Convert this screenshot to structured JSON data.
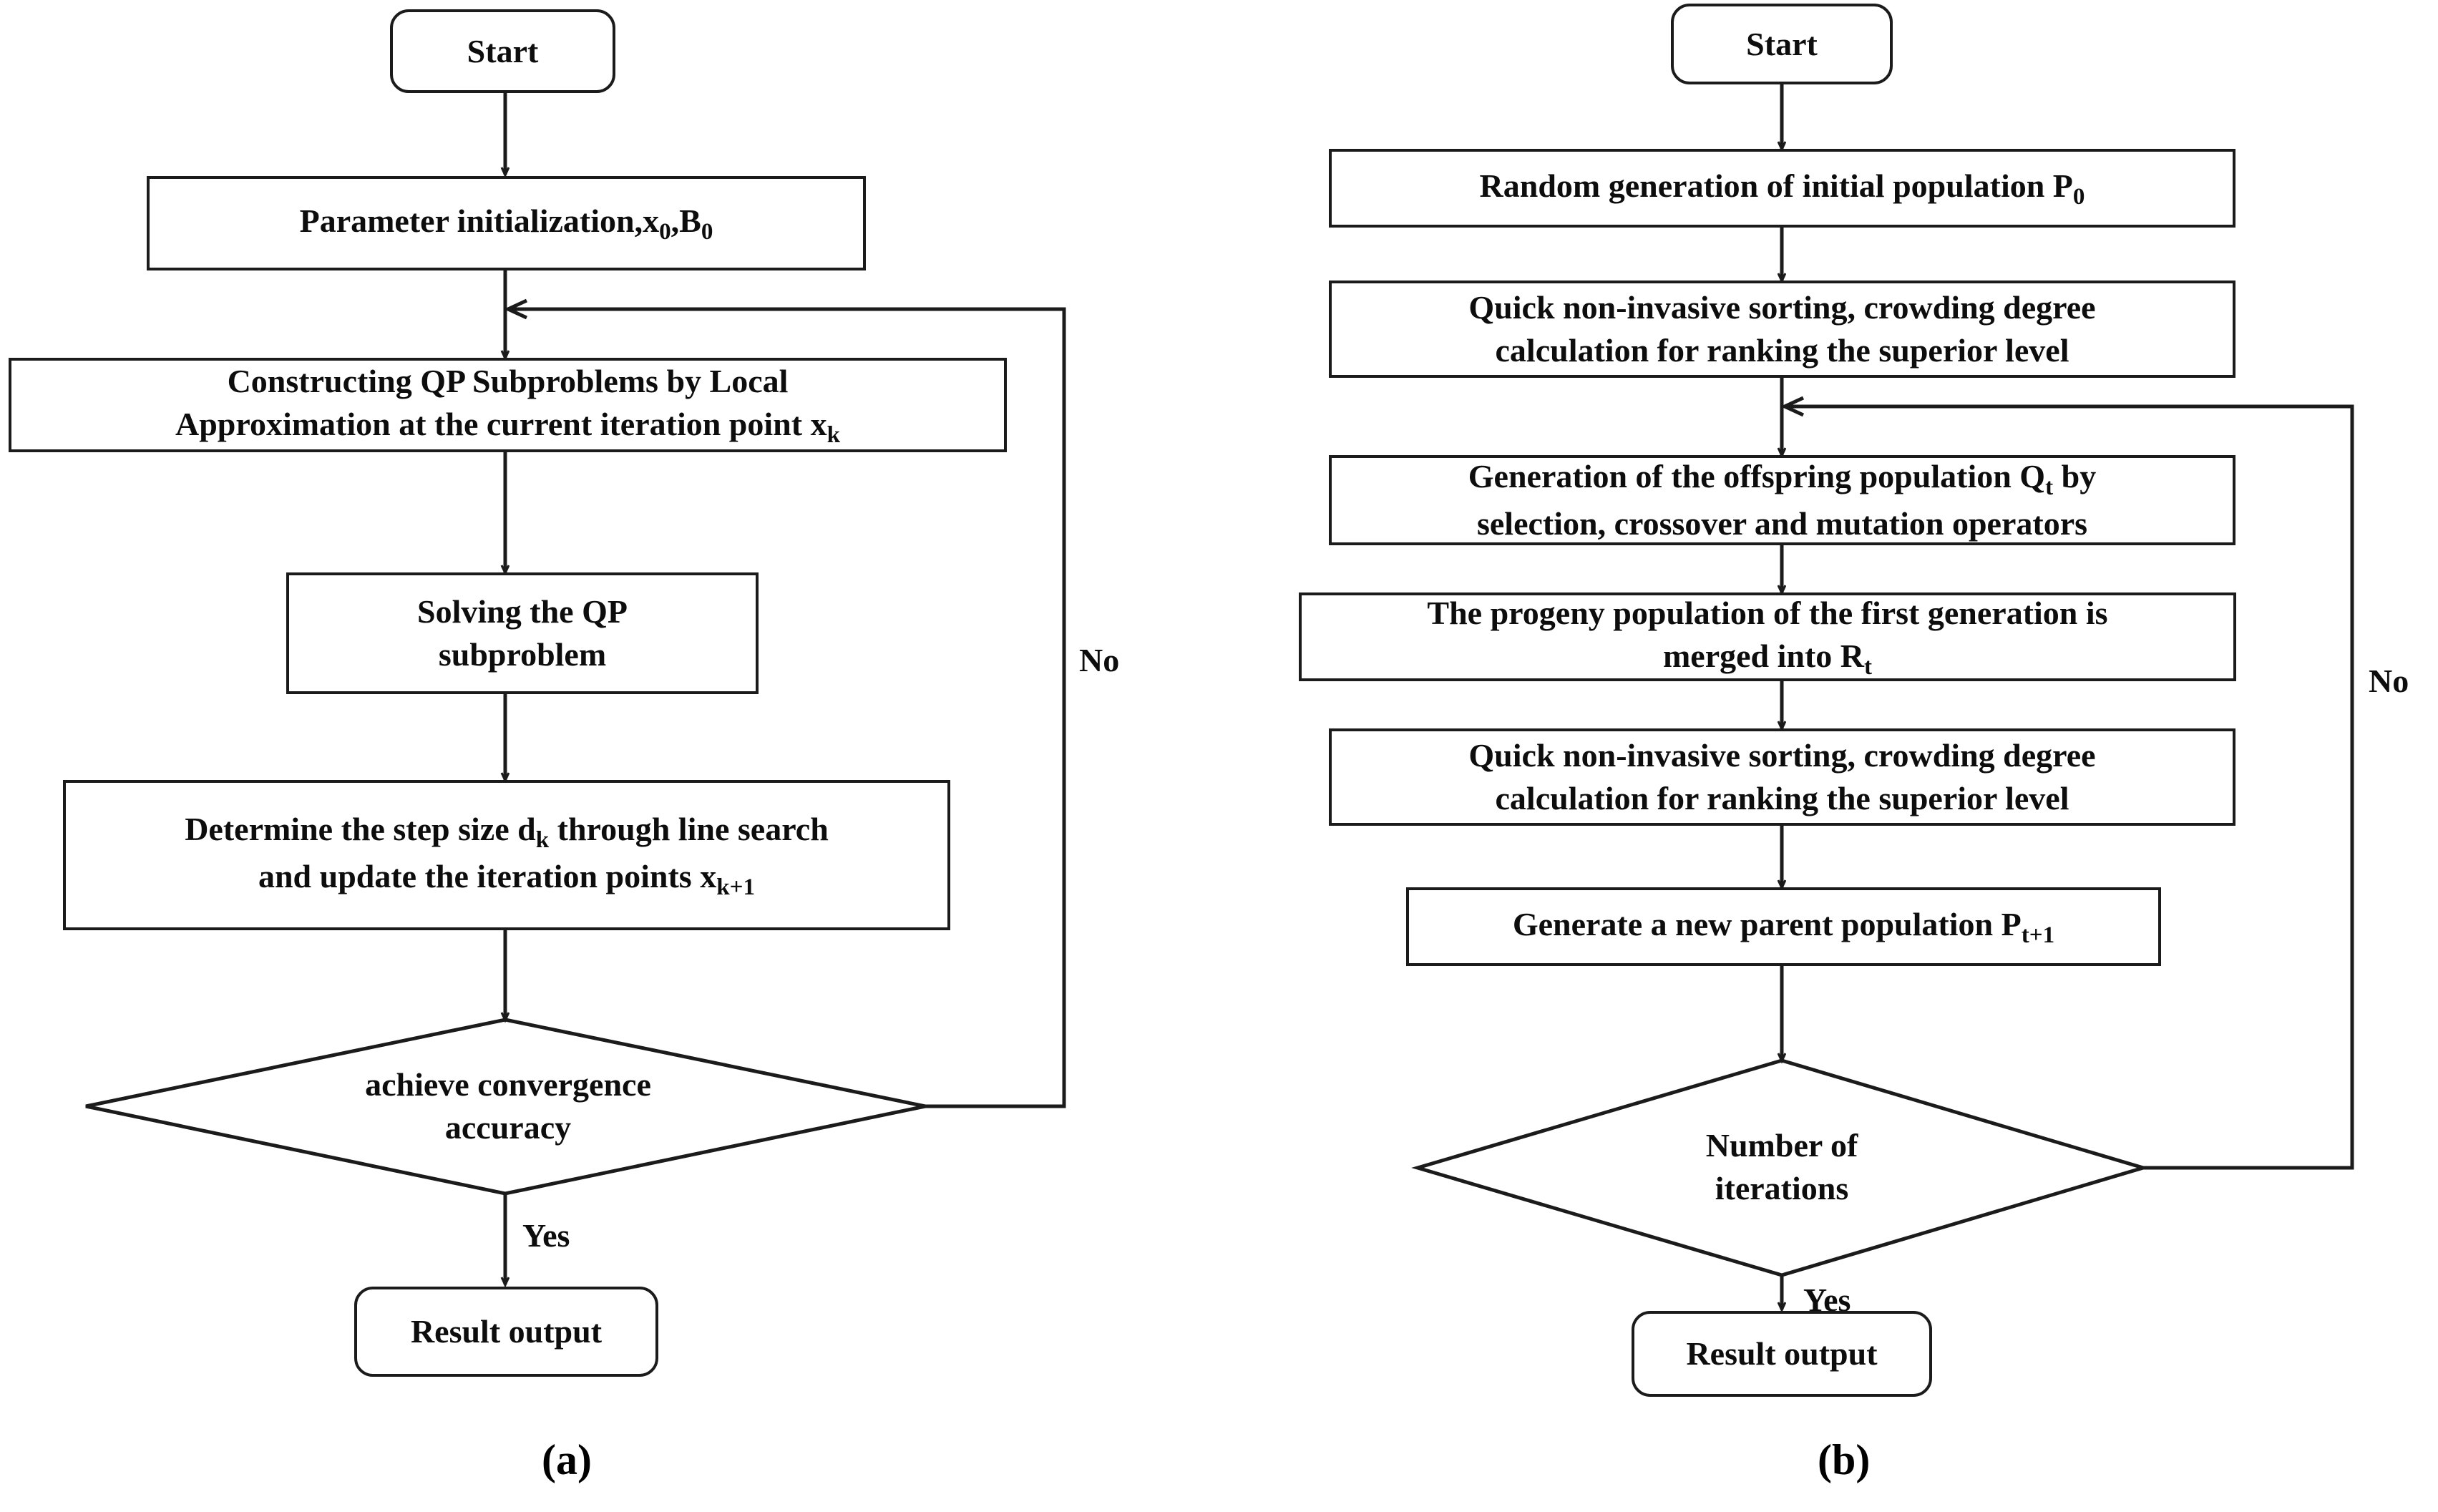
{
  "figure": {
    "type": "flowchart",
    "panels": [
      {
        "id": "a",
        "caption": "(a)",
        "nodes": [
          {
            "key": "start",
            "shape": "terminator",
            "text": "Start"
          },
          {
            "key": "init",
            "shape": "process",
            "text": "Parameter initialization,x₀,B₀"
          },
          {
            "key": "qp",
            "shape": "process",
            "line1": "Constructing QP Subproblems by Local",
            "line2": "Approximation at the current iteration point xₖ"
          },
          {
            "key": "solve",
            "shape": "process",
            "line1": "Solving the QP",
            "line2": "subproblem"
          },
          {
            "key": "step",
            "shape": "process",
            "line1": "Determine the step size dₖ through line search",
            "line2": "and update the iteration points xₖ₊₁"
          },
          {
            "key": "check",
            "shape": "decision",
            "line1": "achieve convergence",
            "line2": "accuracy"
          },
          {
            "key": "output",
            "shape": "terminator",
            "text": "Result output"
          }
        ],
        "edge_labels": {
          "no": "No",
          "yes": "Yes"
        }
      },
      {
        "id": "b",
        "caption": "(b)",
        "nodes": [
          {
            "key": "start",
            "shape": "terminator",
            "text": "Start"
          },
          {
            "key": "randpop",
            "shape": "process",
            "text": "Random generation of initial population P₀"
          },
          {
            "key": "sort1",
            "shape": "process",
            "line1": "Quick non-invasive sorting, crowding degree",
            "line2": "calculation for ranking the superior level"
          },
          {
            "key": "offspr",
            "shape": "process",
            "line1": "Generation of the offspring population Qₜ by",
            "line2": "selection, crossover and mutation operators"
          },
          {
            "key": "merge",
            "shape": "process",
            "line1": "The progeny population of the first generation is",
            "line2": "merged into Rₜ"
          },
          {
            "key": "sort2",
            "shape": "process",
            "line1": "Quick non-invasive sorting, crowding degree",
            "line2": "calculation for ranking the superior level"
          },
          {
            "key": "newpar",
            "shape": "process",
            "text": "Generate a new parent population Pₜ₊₁"
          },
          {
            "key": "iters",
            "shape": "decision",
            "line1": "Number of",
            "line2": "iterations"
          },
          {
            "key": "output",
            "shape": "terminator",
            "text": "Result output"
          }
        ],
        "edge_labels": {
          "no": "No",
          "yes": "Yes"
        }
      }
    ],
    "colors": {
      "stroke": "#1b1b1b",
      "text": "#0d0d0d",
      "background": "#ffffff"
    }
  },
  "panel_a": {
    "start": "Start",
    "init_pre": "Parameter initialization,x",
    "init_sub1": "0",
    "init_mid": ",B",
    "init_sub2": "0",
    "qp_l1": "Constructing QP Subproblems by Local",
    "qp_l2_pre": "Approximation at the current iteration point x",
    "qp_l2_sub": "k",
    "solve_l1": "Solving the QP",
    "solve_l2": "subproblem",
    "step_l1_pre": "Determine the step size d",
    "step_l1_sub": "k",
    "step_l1_post": " through line search",
    "step_l2_pre": "and update the iteration points x",
    "step_l2_sub": "k+1",
    "dec_l1": "achieve convergence",
    "dec_l2": "accuracy",
    "no": "No",
    "yes": "Yes",
    "output": "Result output",
    "caption": "(a)"
  },
  "panel_b": {
    "start": "Start",
    "randpop_pre": "Random generation of initial population P",
    "randpop_sub": "0",
    "sort1_l1": "Quick non-invasive sorting, crowding degree",
    "sort1_l2": "calculation for ranking the superior level",
    "offspr_l1_pre": "Generation of the offspring population Q",
    "offspr_l1_sub": "t",
    "offspr_l1_post": " by",
    "offspr_l2": "selection, crossover and mutation operators",
    "merge_l1": "The progeny population of the first generation is",
    "merge_l2_pre": "merged into R",
    "merge_l2_sub": "t",
    "sort2_l1": "Quick non-invasive sorting, crowding degree",
    "sort2_l2": "calculation for ranking the superior level",
    "newpar_pre": "Generate a new parent population P",
    "newpar_sub": "t+1",
    "dec_l1": "Number of",
    "dec_l2": "iterations",
    "no": "No",
    "yes": "Yes",
    "output": "Result output",
    "caption": "(b)"
  }
}
